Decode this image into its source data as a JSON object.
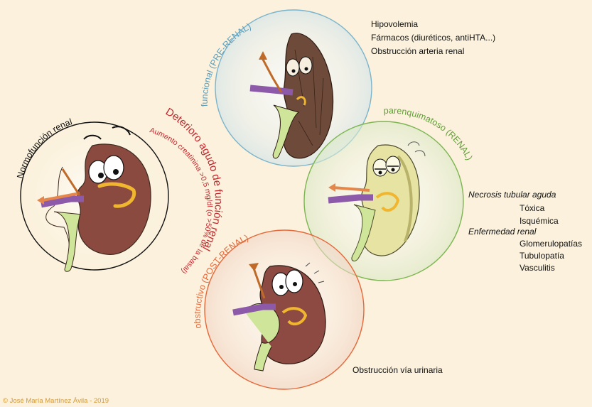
{
  "labels": {
    "normal": "Normofunción renal",
    "deterioro_title": "Deterioro agudo de función renal",
    "deterioro_sub": "Aumento creatinina >0,5 mg/dl (o >50% de la basal)",
    "prerenal": "funcional (PRE-RENAL)",
    "renal": "parenquimatoso (RENAL)",
    "postrenal": "obstructivo (POST-RENAL)"
  },
  "prerenal_causes": [
    "Hipovolemia",
    "Fármacos (diuréticos, antiHTA...)",
    "Obstrucción arteria renal"
  ],
  "renal_causes": {
    "ntа_title": "Necrosis tubular aguda",
    "nta_items": [
      "Tóxica",
      "Isquémica"
    ],
    "er_title": "Enfermedad renal",
    "er_items": [
      "Glomerulopatías",
      "Tubulopatía",
      "Vasculitis"
    ]
  },
  "postrenal_cause": "Obstrucción vía urinaria",
  "copyright": "© José María Martínez Ávila - 2019",
  "colors": {
    "background": "#fbf1dc",
    "prerenal_circle": "#7ab4cc",
    "renal_circle": "#7cb551",
    "postrenal_circle": "#e5683a",
    "deterioro_text": "#c2272d",
    "kidney_normal": "#8a4a3f",
    "kidney_prerenal": "#6e4a3a",
    "kidney_renal": "#e6e3a3",
    "kidney_postrenal": "#8c4a42"
  }
}
